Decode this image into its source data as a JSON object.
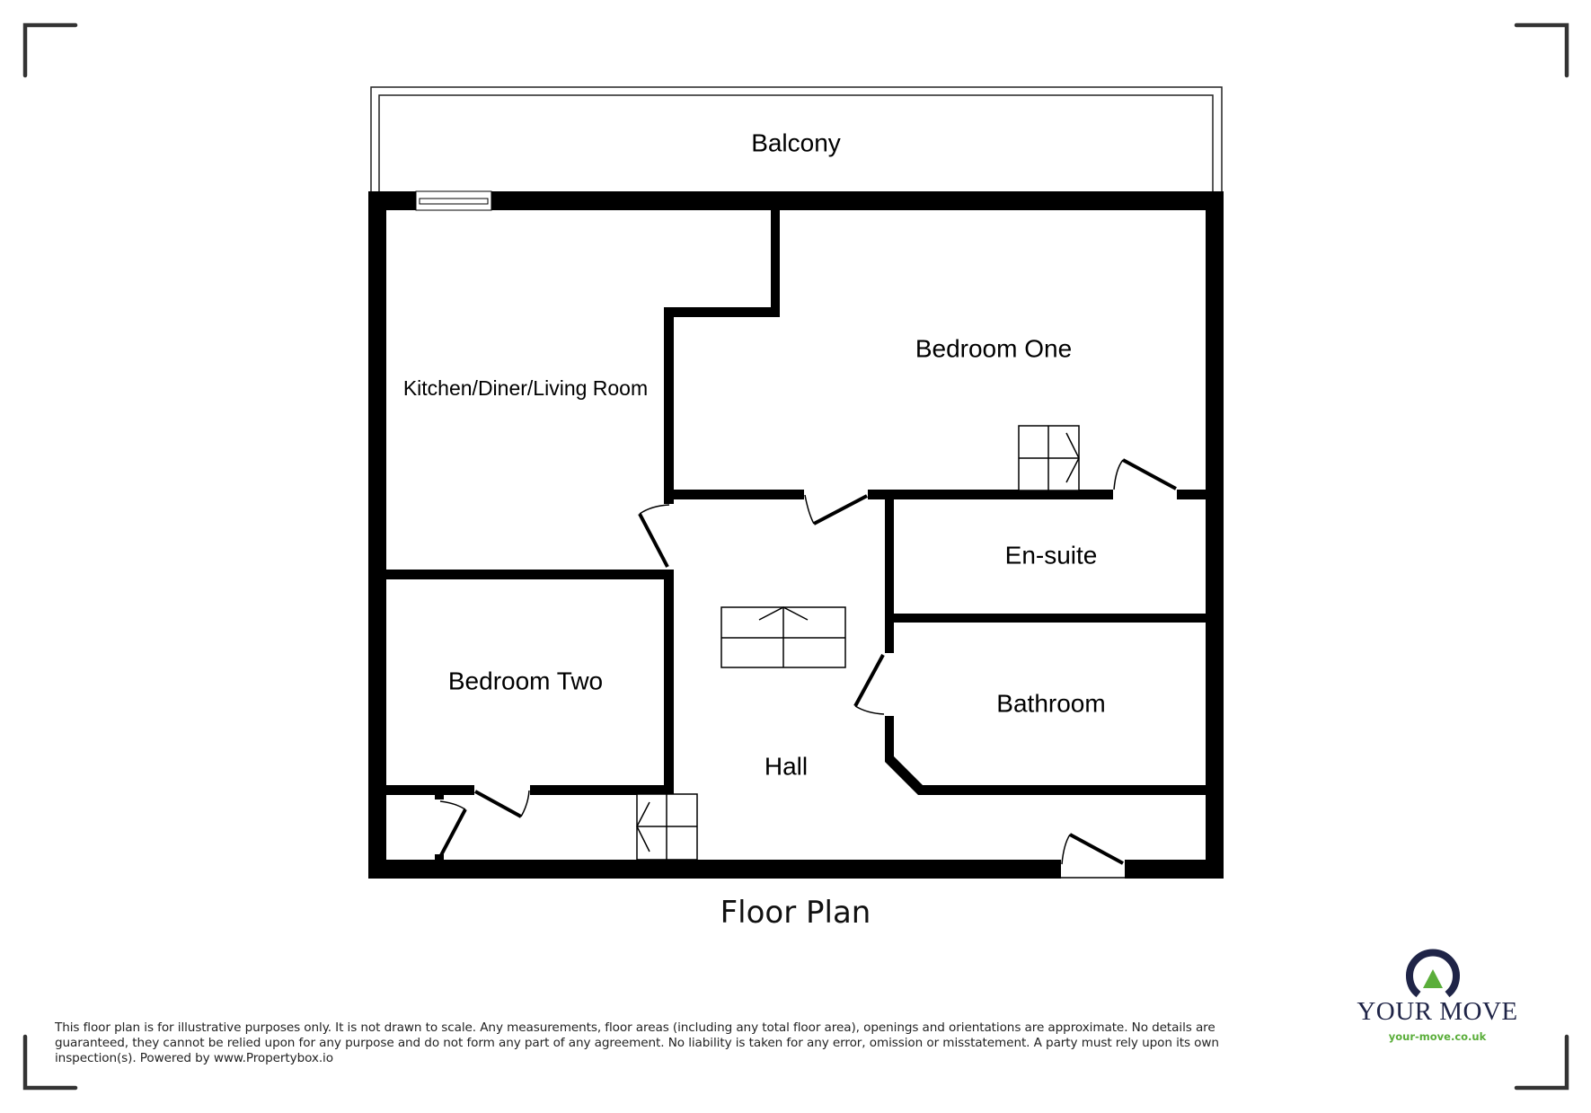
{
  "rooms": {
    "balcony": "Balcony",
    "kitchen": "Kitchen/Diner/Living Room",
    "bedroom_one": "Bedroom One",
    "en_suite": "En-suite",
    "bathroom": "Bathroom",
    "bedroom_two": "Bedroom Two",
    "hall": "Hall"
  },
  "title": "Floor Plan",
  "disclaimer": "This floor plan is for illustrative purposes only. It is not drawn to scale. Any measurements, floor areas (including any total floor area), openings and orientations are approximate. No details are guaranteed, they cannot be relied upon for any purpose and do not form any part of any agreement. No liability is taken for any error, omission or misstatement. A party must rely upon its own inspection(s). Powered by www.Propertybox.io",
  "logo": {
    "name": "YOUR MOVE",
    "url": "your-move.co.uk",
    "colors": {
      "navy": "#1f2447",
      "green": "#5aae3a"
    }
  },
  "colors": {
    "wall": "#000000",
    "corner_marks": "#333333"
  }
}
